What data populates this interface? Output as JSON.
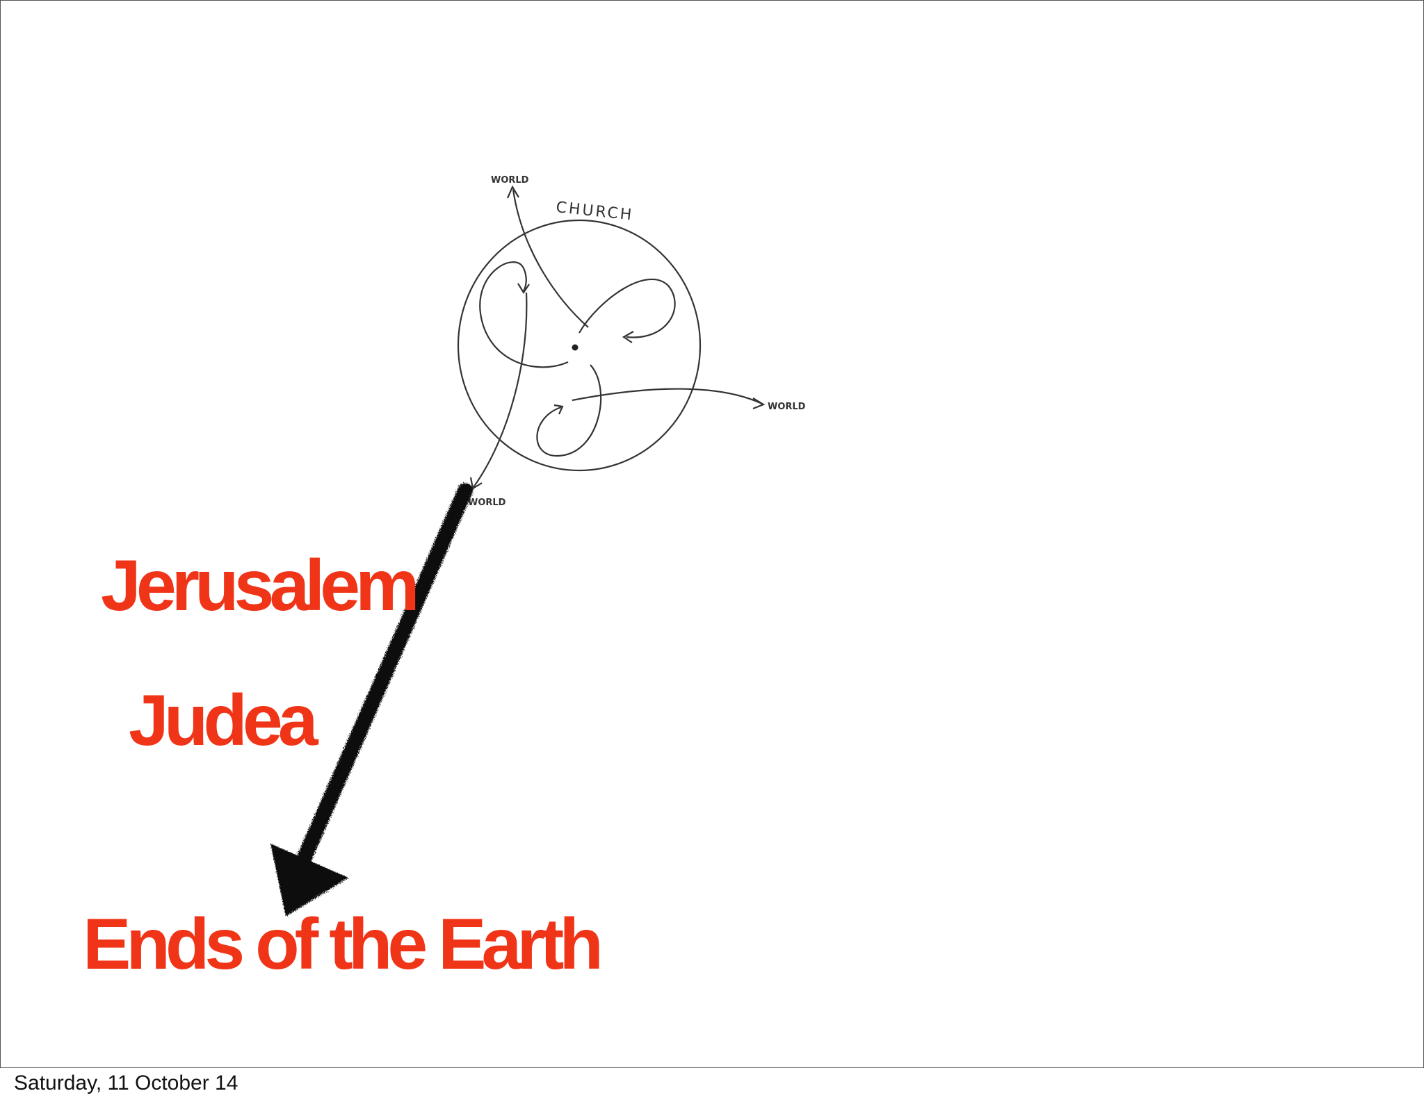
{
  "slide": {
    "diagram": {
      "center_label": "CHURCH",
      "world_labels": [
        "WORLD",
        "WORLD",
        "WORLD"
      ]
    },
    "labels": {
      "jerusalem": "Jerusalem",
      "judea": "Judea",
      "ends_of_earth": "Ends of the Earth"
    },
    "footer_date": "Saturday, 11 October 14"
  },
  "colors": {
    "label_red": "#f03418",
    "sketch_ink": "#333333",
    "arrow_ink": "#111111"
  },
  "icons": {
    "big_arrow": "thick-hand-drawn-arrow-down-left"
  }
}
